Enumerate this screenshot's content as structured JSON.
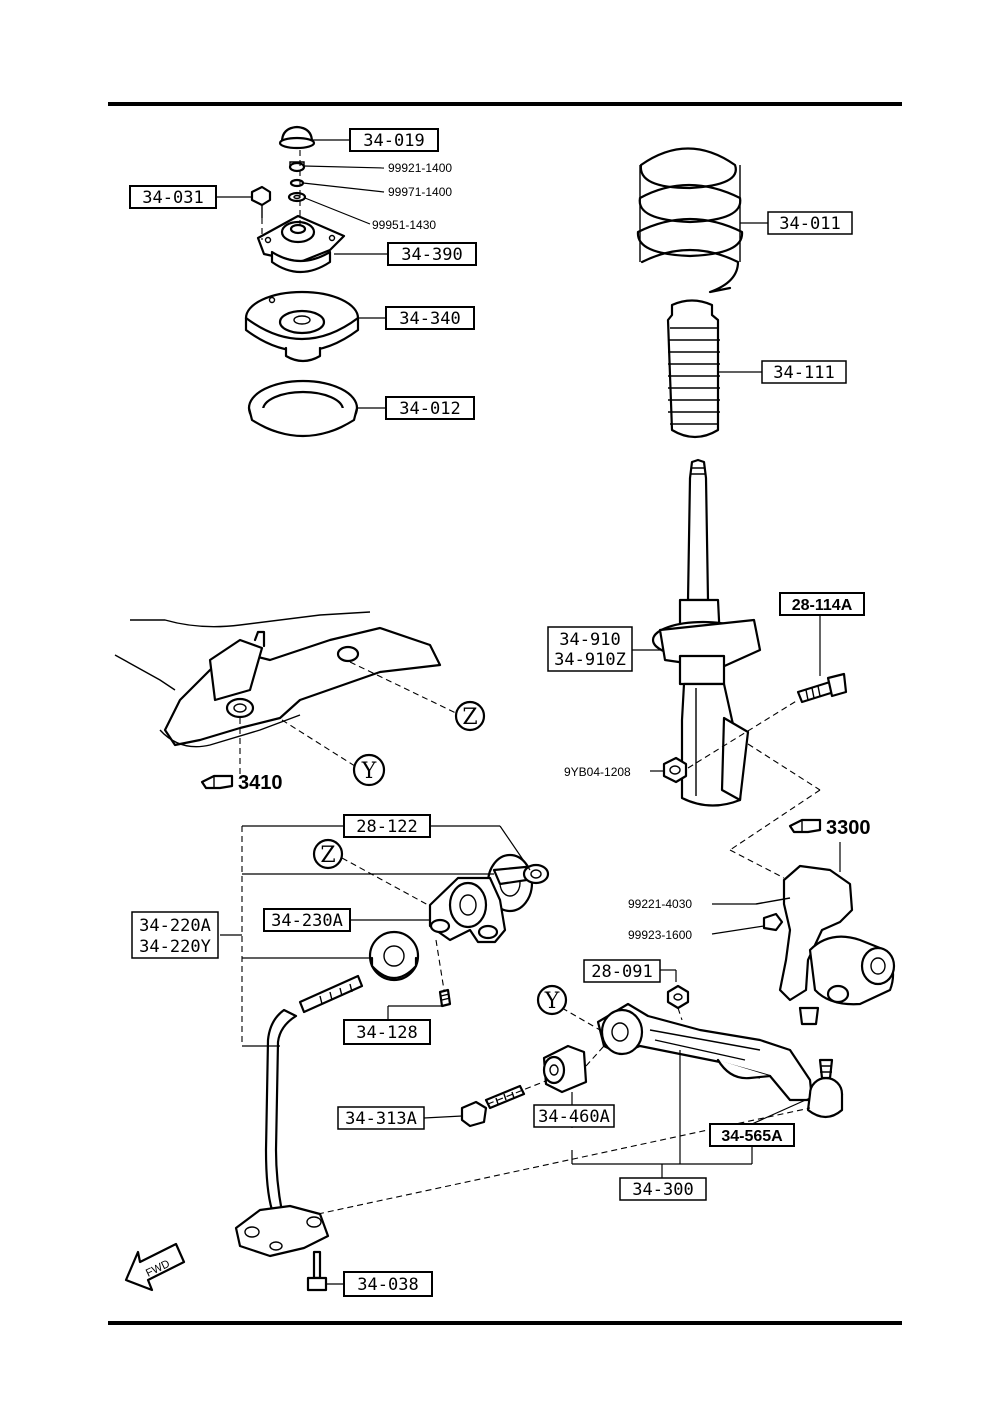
{
  "labels": {
    "p34_019": "34-019",
    "p99921": "99921-1400",
    "p99971": "99971-1400",
    "p99951": "99951-1430",
    "p34_031": "34-031",
    "p34_390": "34-390",
    "p34_340": "34-340",
    "p34_012": "34-012",
    "p34_011": "34-011",
    "p34_111": "34-111",
    "p28_114A": "28-114A",
    "p34_910": "34-910",
    "p34_910Z": "34-910Z",
    "p9YB04": "9YB04-1208",
    "p28_122": "28-122",
    "p34_220A": "34-220A",
    "p34_220Y": "34-220Y",
    "p34_230A": "34-230A",
    "p34_128": "34-128",
    "p28_091": "28-091",
    "p99221": "99221-4030",
    "p99923": "99923-1600",
    "p34_313A": "34-313A",
    "p34_460A": "34-460A",
    "p34_565A": "34-565A",
    "p34_300": "34-300",
    "p34_038": "34-038"
  },
  "refs": {
    "r3410": "3410",
    "r3300": "3300"
  },
  "callouts": {
    "z": "Z",
    "y": "Y"
  },
  "fwd": "FWD"
}
